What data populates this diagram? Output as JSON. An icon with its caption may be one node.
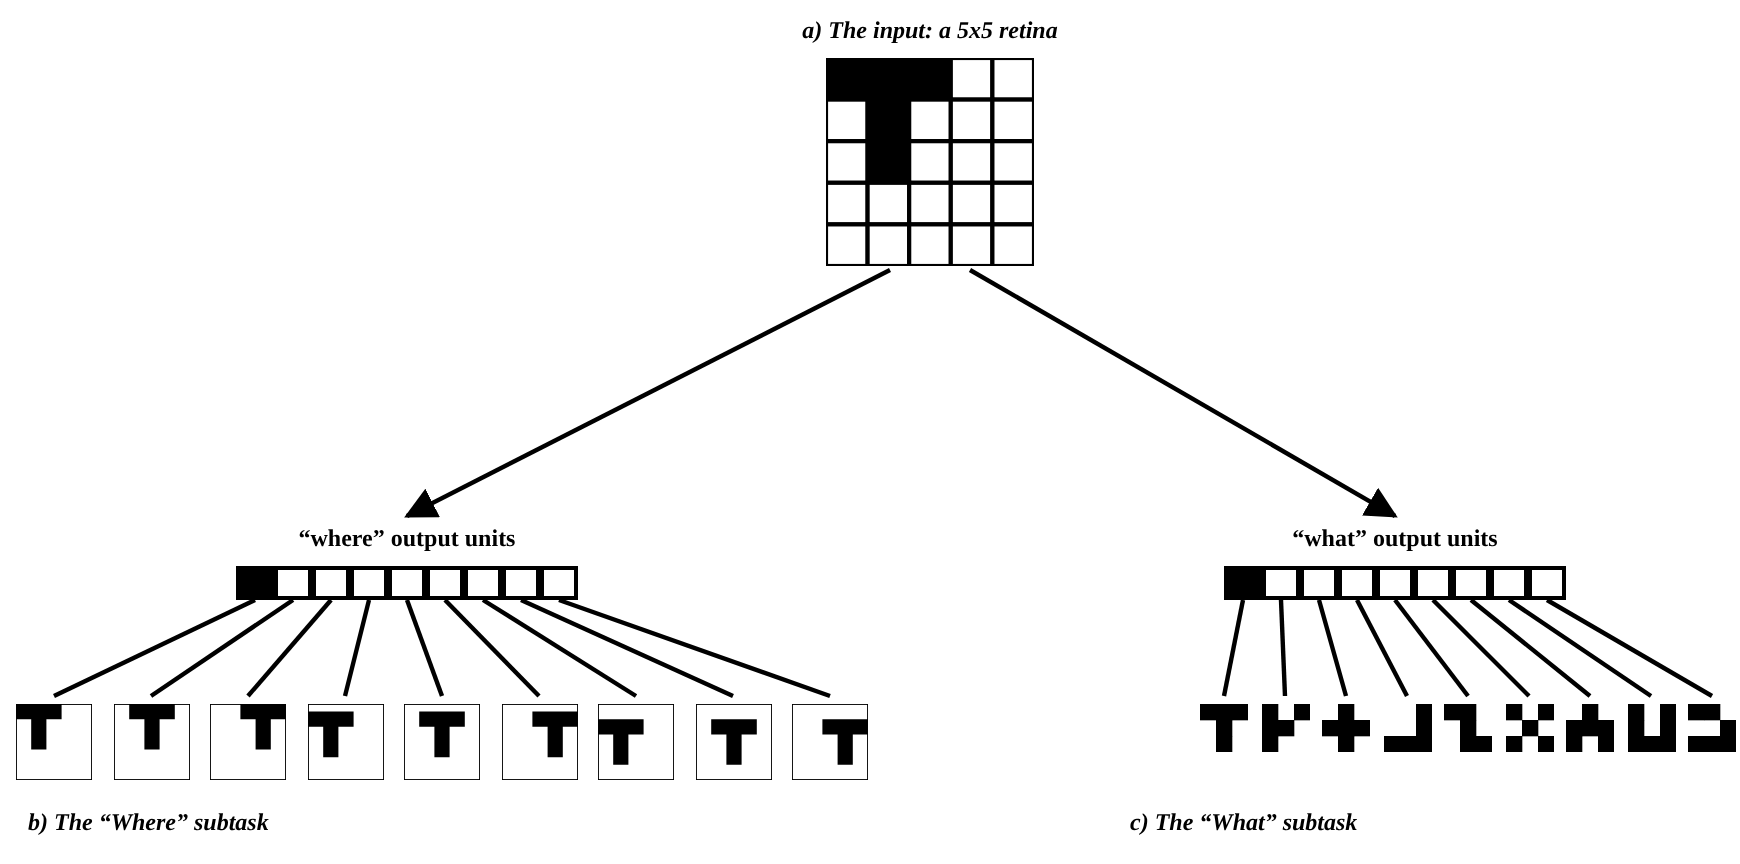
{
  "diagram": {
    "nodes": [
      {
        "text": [
          "a) The input: a 5x5 retina"
        ]
      },
      {
        "text": [
          "“where” output units"
        ]
      },
      {
        "text": [],
        "shape": "box",
        "in": 1
      },
      {
        "text": [],
        "shape": "box",
        "in": 1
      },
      {
        "text": [],
        "shape": "box",
        "in": 1
      },
      {
        "text": [],
        "shape": "box",
        "in": 1
      },
      {
        "text": [],
        "shape": "box",
        "in": 1
      },
      {
        "text": [],
        "shape": "box",
        "in": 1
      },
      {
        "text": [],
        "shape": "box",
        "in": 1
      },
      {
        "text": [],
        "shape": "box",
        "in": 1
      },
      {
        "text": [],
        "shape": "box",
        "in": 1
      },
      {
        "text": [],
        "shape": "picture"
      },
      {
        "text": [],
        "shape": "picture"
      },
      {
        "text": [],
        "shape": "picture"
      },
      {
        "text": [],
        "shape": "picture"
      },
      {
        "text": [],
        "shape": "picture"
      },
      {
        "text": [],
        "shape": "picture"
      },
      {
        "text": [],
        "shape": "picture"
      },
      {
        "text": [],
        "shape": "picture"
      },
      {
        "text": [],
        "shape": "picture"
      },
      {
        "text": [
          "“what” output units"
        ]
      },
      {
        "text": [],
        "shape": "box",
        "in": 20
      },
      {
        "text": [],
        "shape": "box",
        "in": 20
      },
      {
        "text": [],
        "shape": "box",
        "in": 20
      },
      {
        "text": [],
        "shape": "box",
        "in": 20
      },
      {
        "text": [],
        "shape": "box",
        "in": 20
      },
      {
        "text": [],
        "shape": "box",
        "in": 20
      },
      {
        "text": [],
        "shape": "box",
        "in": 20
      },
      {
        "text": [],
        "shape": "box",
        "in": 20
      },
      {
        "text": [],
        "shape": "box",
        "in": 20
      },
      {
        "text": [],
        "shape": "picture"
      },
      {
        "text": [],
        "shape": "picture"
      },
      {
        "text": [],
        "shape": "picture"
      },
      {
        "text": [],
        "shape": "picture"
      },
      {
        "text": [],
        "shape": "picture"
      },
      {
        "text": [],
        "shape": "picture"
      },
      {
        "text": [],
        "shape": "picture"
      },
      {
        "text": [],
        "shape": "picture"
      },
      {
        "text": [],
        "shape": "picture"
      }
    ],
    "edges": [
      {
        "from": 0,
        "to": 1,
        "arrow": "to"
      },
      {
        "from": 0,
        "to": 20,
        "arrow": "to"
      },
      {
        "from": 2,
        "to": 11,
        "arrow": "none"
      },
      {
        "from": 3,
        "to": 12,
        "arrow": "none"
      },
      {
        "from": 4,
        "to": 13,
        "arrow": "none"
      },
      {
        "from": 5,
        "to": 14,
        "arrow": "none"
      },
      {
        "from": 6,
        "to": 15,
        "arrow": "none"
      },
      {
        "from": 7,
        "to": 16,
        "arrow": "none"
      },
      {
        "from": 8,
        "to": 17,
        "arrow": "none"
      },
      {
        "from": 9,
        "to": 18,
        "arrow": "none"
      },
      {
        "from": 10,
        "to": 19,
        "arrow": "none"
      },
      {
        "from": 21,
        "to": 30,
        "arrow": "none"
      },
      {
        "from": 22,
        "to": 31,
        "arrow": "none"
      },
      {
        "from": 23,
        "to": 32,
        "arrow": "none"
      },
      {
        "from": 24,
        "to": 33,
        "arrow": "none"
      },
      {
        "from": 25,
        "to": 34,
        "arrow": "none"
      },
      {
        "from": 26,
        "to": 35,
        "arrow": "none"
      },
      {
        "from": 27,
        "to": 36,
        "arrow": "none"
      },
      {
        "from": 28,
        "to": 37,
        "arrow": "none"
      },
      {
        "from": 29,
        "to": 38,
        "arrow": "none"
      }
    ],
    "labels": [
      "b) The “Where” subtask",
      "c) The “What” subtask"
    ]
  }
}
